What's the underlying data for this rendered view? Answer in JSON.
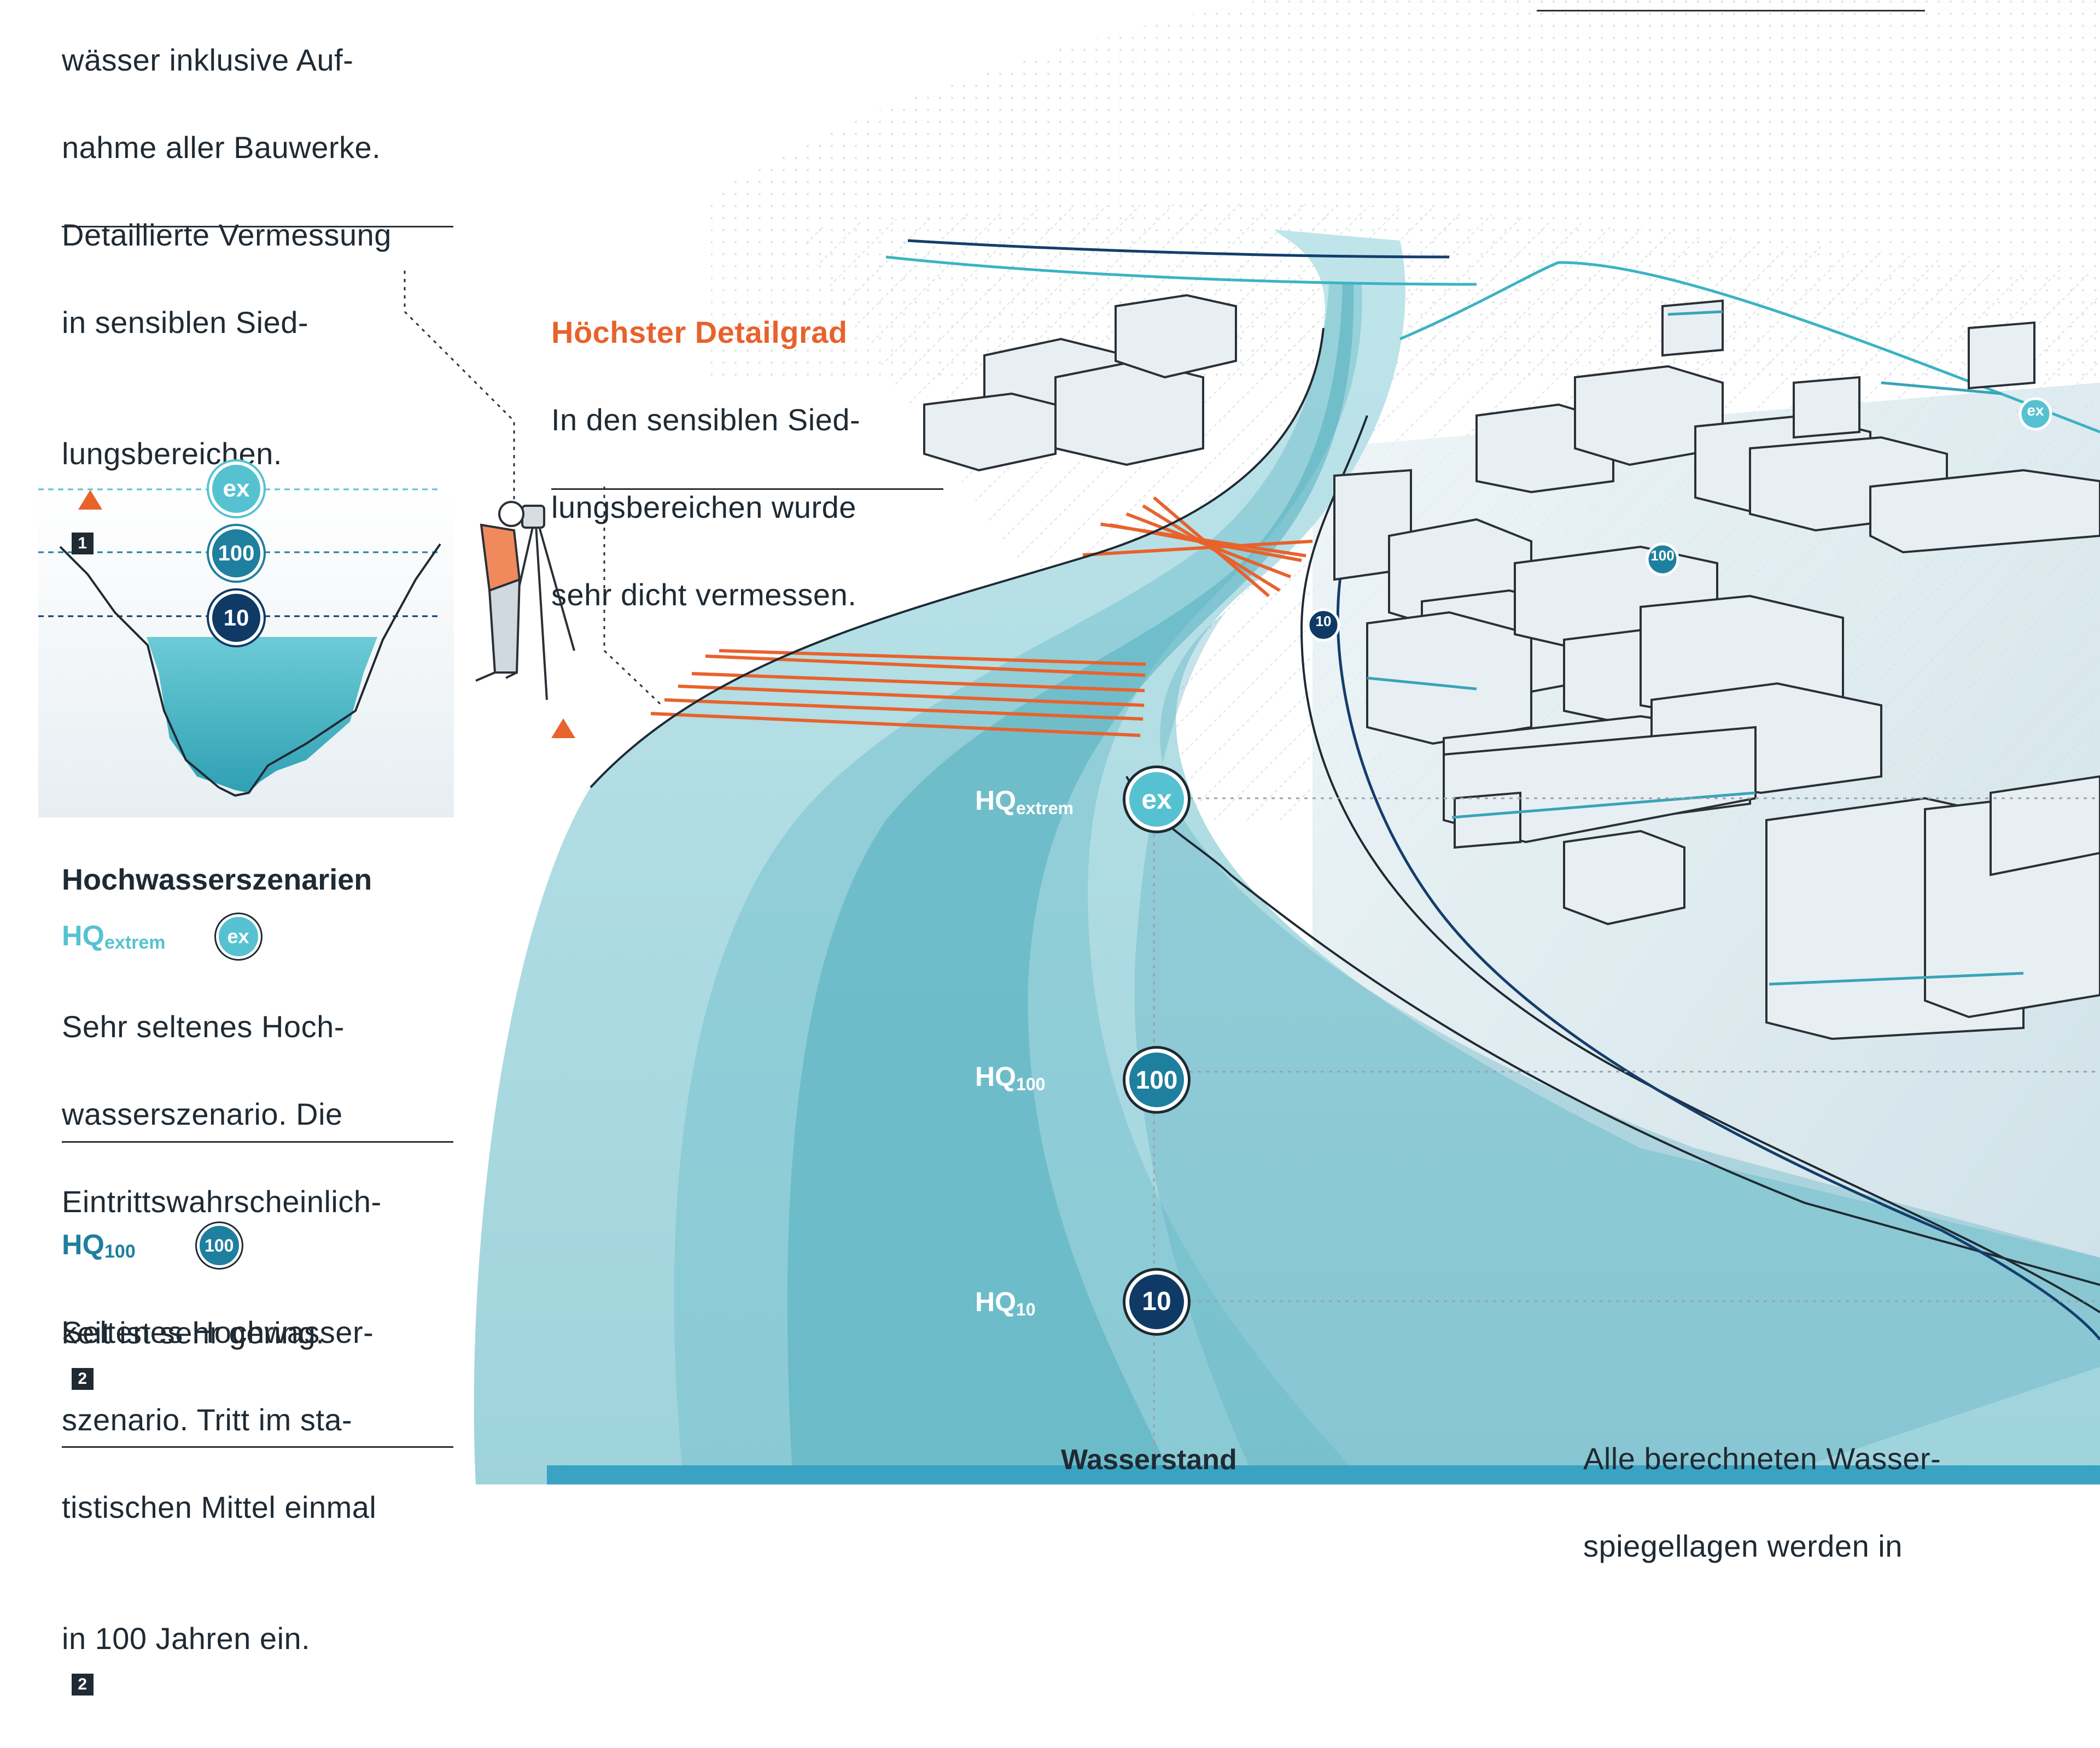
{
  "colors": {
    "accent_orange": "#e8622c",
    "ex_color": "#56c2d1",
    "hq100_color": "#1f7f9e",
    "hq10_color": "#0f3a66",
    "text_dark": "#1f2a33"
  },
  "survey": {
    "lines": [
      "wässer inklusive Auf-",
      "nahme aller Bauwerke.",
      "Detaillierte Vermessung",
      "in sensiblen Sied-",
      "lungsbereichen."
    ],
    "ref": "1"
  },
  "detail": {
    "title": "Höchster Detailgrad",
    "lines": [
      "In den sensiblen Sied-",
      "lungsbereichen wurde",
      "sehr dicht vermessen."
    ]
  },
  "cross_section": {
    "badges": [
      {
        "id": "ex",
        "label": "ex"
      },
      {
        "id": "100",
        "label": "100"
      },
      {
        "id": "10",
        "label": "10"
      }
    ]
  },
  "scenarios": {
    "heading": "Hochwasserszenarien",
    "extreme": {
      "label": "HQ",
      "sub": "extrem",
      "badge": "ex",
      "lines": [
        "Sehr seltenes Hoch-",
        "wasserszenario. Die",
        "Eintrittswahrscheinlich-",
        "keit ist sehr gering."
      ],
      "ref": "2"
    },
    "hq100": {
      "label": "HQ",
      "sub": "100",
      "badge": "100",
      "lines": [
        "Seltenes Hochwasser-",
        "szenario. Tritt im sta-",
        "tistischen Mittel einmal",
        "in 100 Jahren ein."
      ],
      "ref": "2"
    }
  },
  "map_labels": {
    "hq_extreme": {
      "label": "HQ",
      "sub": "extrem",
      "badge": "ex"
    },
    "hq100": {
      "label": "HQ",
      "sub": "100",
      "badge": "100"
    },
    "hq10": {
      "label": "HQ",
      "sub": "10",
      "badge": "10"
    },
    "small_badges": [
      "ex",
      "100",
      "10"
    ]
  },
  "bottom": {
    "wasserstand": "Wasserstand",
    "lines": [
      "Alle berechneten Wasser-",
      "spiegellagen werden in"
    ]
  }
}
